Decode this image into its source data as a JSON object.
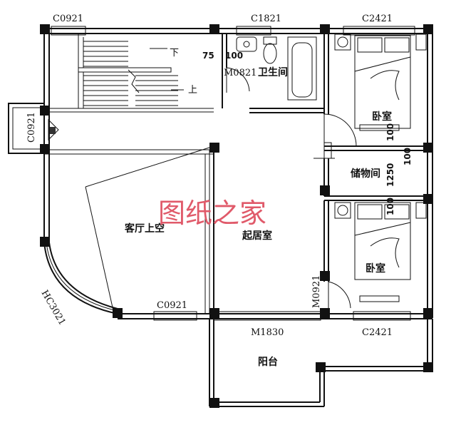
{
  "windows": {
    "w_top_left": "C0921",
    "w_bath": "C1821",
    "w_bed1": "C2421",
    "w_side": "C0921",
    "w_bay": "HC3021",
    "w_living": "C0921",
    "w_bed2": "C2421"
  },
  "doors": {
    "bath_door": "M0821",
    "bed2_door": "M0921",
    "balcony_door": "M1830"
  },
  "rooms": {
    "bathroom": "卫生间",
    "bedroom1": "卧室",
    "storage": "储物间",
    "living_void": "客厅上空",
    "family_room": "起居室",
    "bedroom2": "卧室",
    "balcony": "阳台"
  },
  "stairs": {
    "down": "下",
    "up": "上"
  },
  "dimensions": {
    "d75": "75",
    "d100": "100",
    "d100b": "100",
    "d100c": "100",
    "d1250": "1250",
    "d100d": "100"
  },
  "watermark": "图纸之家"
}
